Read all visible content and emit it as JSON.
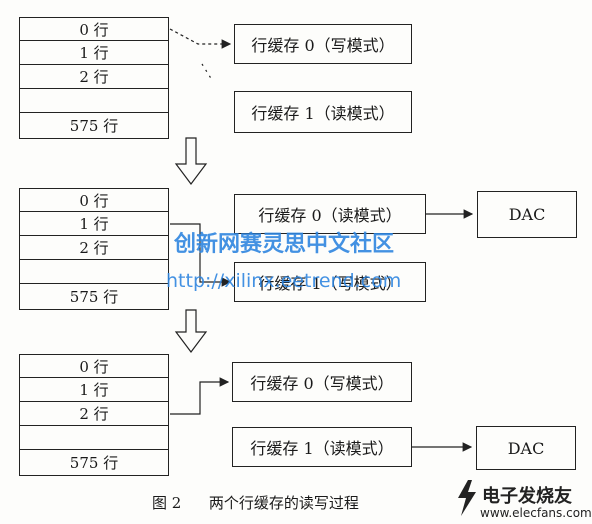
{
  "rows": [
    "0 行",
    "1 行",
    "2 行",
    "",
    "575 行"
  ],
  "stages": [
    {
      "buffer0": "行缓存 0（写模式）",
      "buffer1": "行缓存 1（读模式）"
    },
    {
      "buffer0": "行缓存 0（读模式）",
      "buffer1": "行缓存 1（写模式）",
      "dac": "DAC"
    },
    {
      "buffer0": "行缓存 0（写模式）",
      "buffer1": "行缓存 1（读模式）",
      "dac": "DAC"
    }
  ],
  "watermark": {
    "line1": "创新网赛灵思中文社区",
    "line2": "http://xilinx.eetrend.com"
  },
  "caption": {
    "figure": "图 2",
    "text": "两个行缓存的读写过程"
  },
  "logo": {
    "brand": "电子发烧友",
    "url": "www.elecfans.com"
  }
}
